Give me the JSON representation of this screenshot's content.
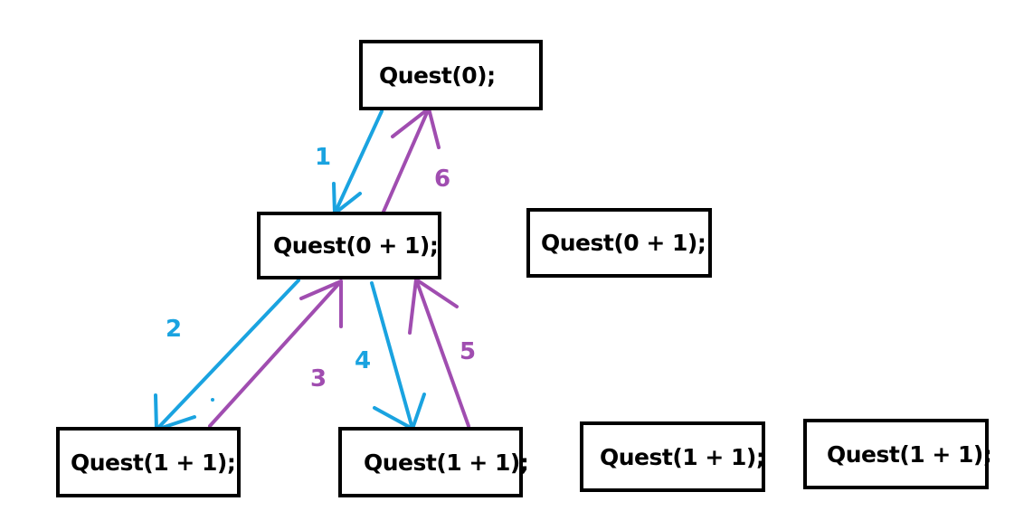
{
  "colors": {
    "call_arrow": "#1aa3e0",
    "return_arrow": "#a04db0",
    "box_border": "#000000"
  },
  "nodes": {
    "root": "Quest(0);",
    "mid": "Quest(0 + 1);",
    "right": "Quest(0 + 1);",
    "bottom_left": "Quest(1 + 1);",
    "bottom_mid": "Quest(1 + 1);",
    "bottom_right_1": "Quest(1 + 1);",
    "bottom_right_2": "Quest(1 + 1);"
  },
  "steps": [
    {
      "label": "1",
      "kind": "call",
      "from": "root",
      "to": "mid"
    },
    {
      "label": "2",
      "kind": "call",
      "from": "mid",
      "to": "bottom_left"
    },
    {
      "label": "3",
      "kind": "return",
      "from": "bottom_left",
      "to": "mid"
    },
    {
      "label": "4",
      "kind": "call",
      "from": "mid",
      "to": "bottom_mid"
    },
    {
      "label": "5",
      "kind": "return",
      "from": "bottom_mid",
      "to": "mid"
    },
    {
      "label": "6",
      "kind": "return",
      "from": "mid",
      "to": "root"
    }
  ]
}
